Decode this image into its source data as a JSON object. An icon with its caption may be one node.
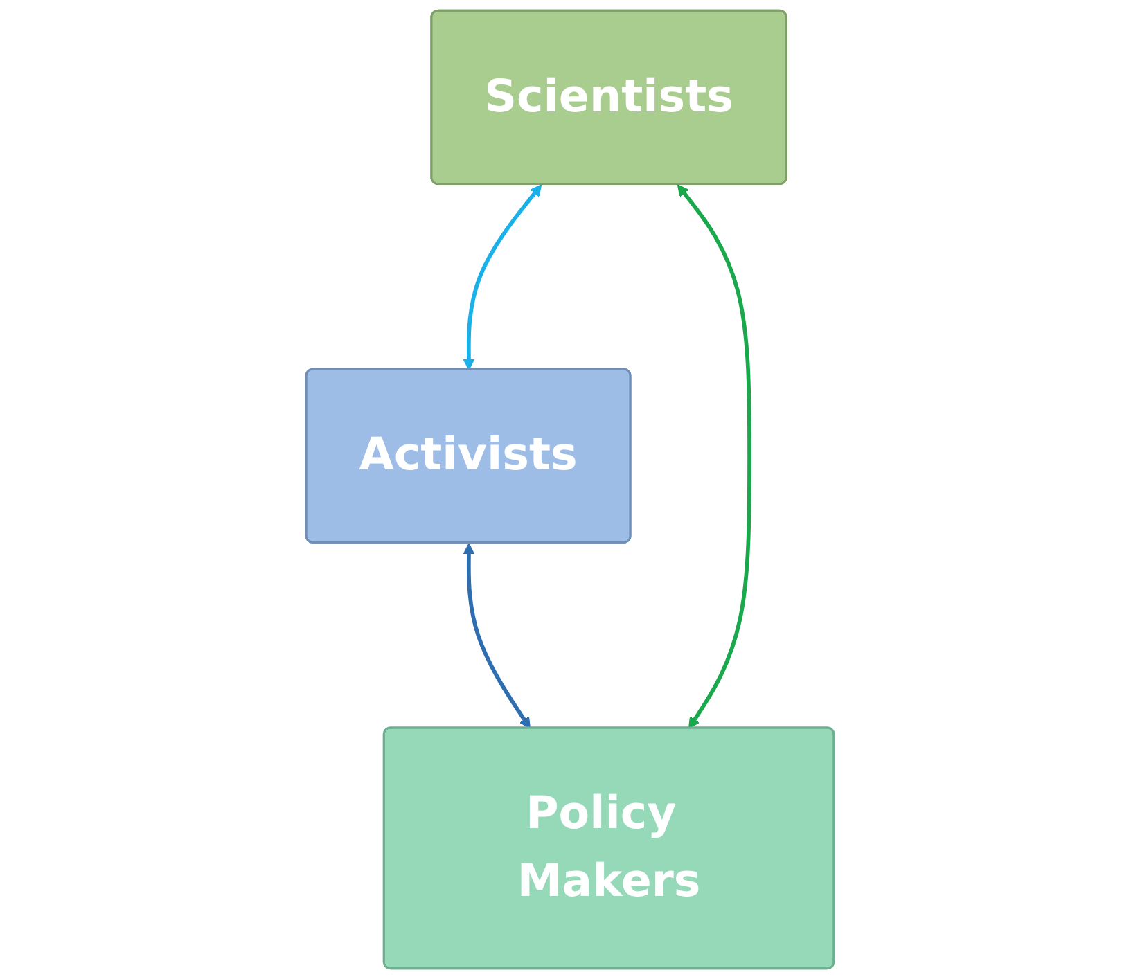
{
  "diagram": {
    "nodes": [
      {
        "text": [
          "Activists"
        ]
      },
      {
        "text": [
          "Scientists"
        ]
      },
      {
        "text": [
          "Policy Makers"
        ]
      }
    ],
    "edges": [
      {
        "from": 1,
        "to": 0,
        "arrow": "both",
        "color": "#1ab0e8"
      },
      {
        "from": 0,
        "to": 2,
        "arrow": "both",
        "color": "#2e6db0"
      },
      {
        "from": 1,
        "to": 2,
        "arrow": "both",
        "color": "#1aa84c"
      }
    ]
  }
}
